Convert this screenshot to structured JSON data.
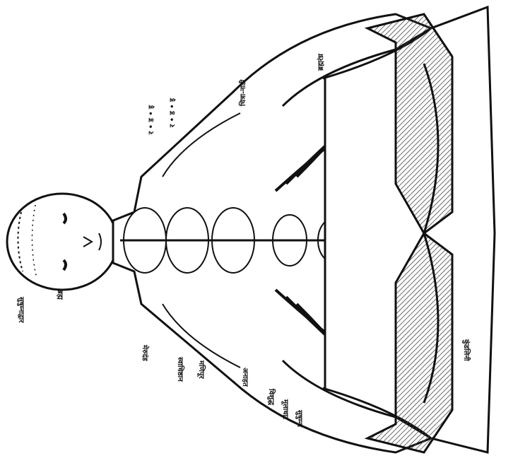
{
  "illustration": {
    "subject": "yogi-in-lotus-posture-with-chakras",
    "colors": {
      "ink": "#111111",
      "paper": "#ffffff",
      "hatch": "#555555"
    }
  },
  "labels": {
    "top_right_1": "ब्रह्मरंध्र",
    "top_right_2": "चित्रा-नाडी",
    "top_right_3": "र • ड • इ",
    "top_right_4": "र • ड • इ",
    "left_1": "सुषुम्नाद्वार",
    "left_2": "ब्रह्म",
    "bottom_1": "मेरुदंड",
    "bottom_2": "स्वाधिष्ठान",
    "bottom_3": "मणिपूर",
    "bottom_4": "अनाहत",
    "bottom_5": "विशुद्ध",
    "bottom_6": "मूलाधार",
    "bottom_7": "सुषुम्ना",
    "right_low": "कुंडलिनी"
  }
}
